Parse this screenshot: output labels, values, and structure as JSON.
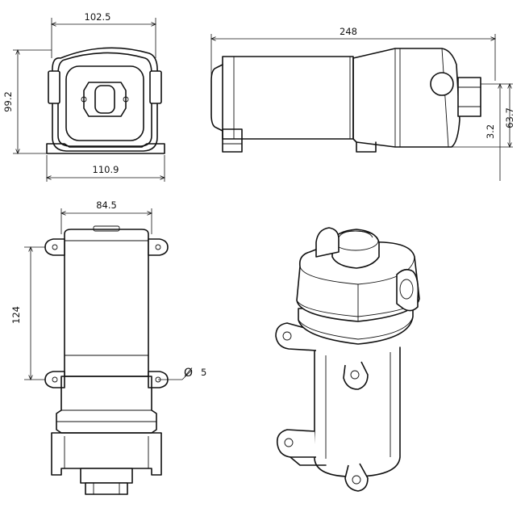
{
  "drawing": {
    "dimensions": {
      "front_top_width": "102.5",
      "front_height": "99.2",
      "front_base_width": "110.9",
      "side_length": "248",
      "side_height_outer": "63.7",
      "side_height_inner": "3.2",
      "top_width": "84.5",
      "top_hole_spacing": "124",
      "hole_diameter_symbol": "Ø",
      "hole_diameter": "5"
    },
    "views": [
      "front-view",
      "side-view",
      "top-view",
      "isometric-view"
    ]
  }
}
